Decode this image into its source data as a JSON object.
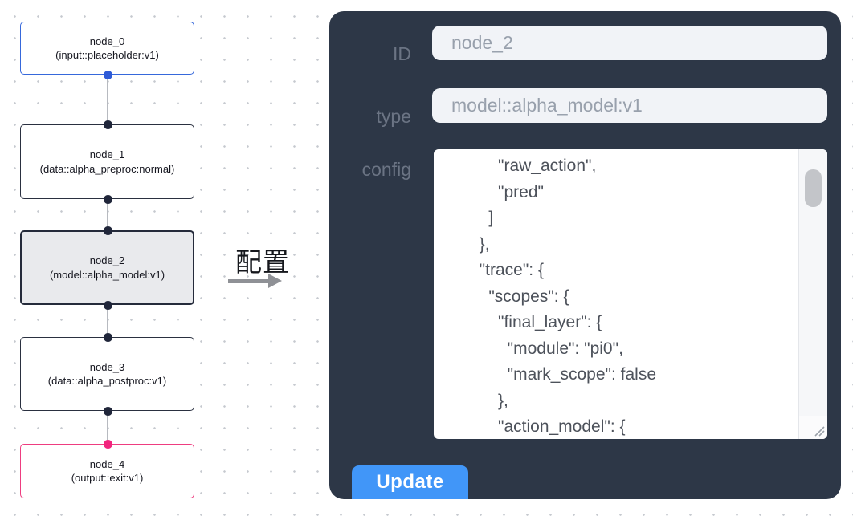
{
  "flowchart": {
    "nodes": [
      {
        "id": "node_0",
        "subtitle": "(input::placeholder:v1)",
        "border_color": "#3668db",
        "selected": false,
        "handle_top": null,
        "handle_bottom": "#2e5bd7"
      },
      {
        "id": "node_1",
        "subtitle": "(data::alpha_preproc:normal)",
        "border_color": "#2a3040",
        "selected": false,
        "handle_top": "#20263a",
        "handle_bottom": "#20263a"
      },
      {
        "id": "node_2",
        "subtitle": "(model::alpha_model:v1)",
        "border_color": "#252b3b",
        "selected": true,
        "handle_top": "#20263a",
        "handle_bottom": "#20263a"
      },
      {
        "id": "node_3",
        "subtitle": "(data::alpha_postproc:v1)",
        "border_color": "#2a3040",
        "selected": false,
        "handle_top": "#20263a",
        "handle_bottom": "#20263a"
      },
      {
        "id": "node_4",
        "subtitle": "(output::exit:v1)",
        "border_color": "#ee3d80",
        "selected": false,
        "handle_top": "#f2247d",
        "handle_bottom": null
      }
    ]
  },
  "annotation": {
    "label": "配置"
  },
  "panel": {
    "fields": [
      {
        "label": "ID",
        "value": "node_2"
      },
      {
        "label": "type",
        "value": "model::alpha_model:v1"
      }
    ],
    "config_label": "config",
    "config_value": "            \"raw_action\",\n            \"pred\"\n          ]\n        },\n        \"trace\": {\n          \"scopes\": {\n            \"final_layer\": {\n              \"module\": \"pi0\",\n              \"mark_scope\": false\n            },\n            \"action_model\": {",
    "update_label": "Update"
  },
  "colors": {
    "panel_bg": "#2d3747",
    "accent_blue": "#4196f8",
    "input_bg": "#f1f3f7",
    "input_text": "#98a0ac",
    "label_text": "#6b7484",
    "node_selected_bg": "#e9eaed",
    "edge_line": "#b7bac0",
    "dot_grid": "#c6c9cf",
    "node_input_border": "#3668db",
    "node_output_border": "#ee3d80"
  }
}
